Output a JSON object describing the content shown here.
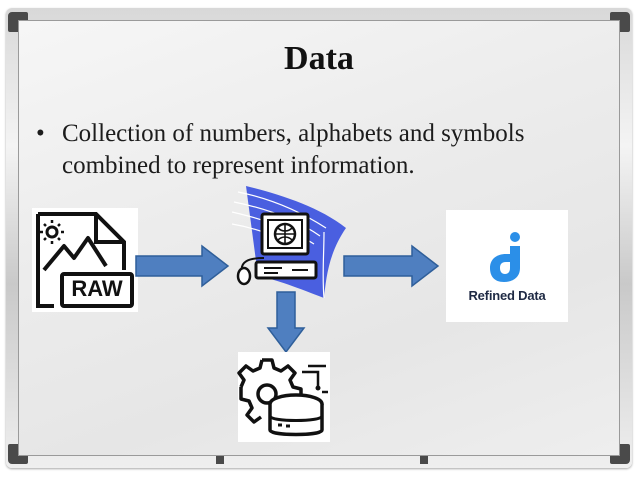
{
  "slide": {
    "title": "Data",
    "bullet_marker": "•",
    "bullet_text": "Collection of numbers, alphabets and symbols combined to represent information."
  },
  "images": {
    "raw_file_label": "RAW",
    "refined_logo_text": "Refined Data",
    "raw_icon": "raw-file-icon",
    "computer_icon": "computer-icon",
    "refined_logo_icon": "refined-data-logo",
    "database_icon": "gear-database-icon"
  },
  "colors": {
    "arrow_fill": "#4f7fc0",
    "arrow_stroke": "#2f5f9a",
    "computer_swoosh": "#4a5fe0",
    "logo_blue": "#2b8fe8"
  }
}
